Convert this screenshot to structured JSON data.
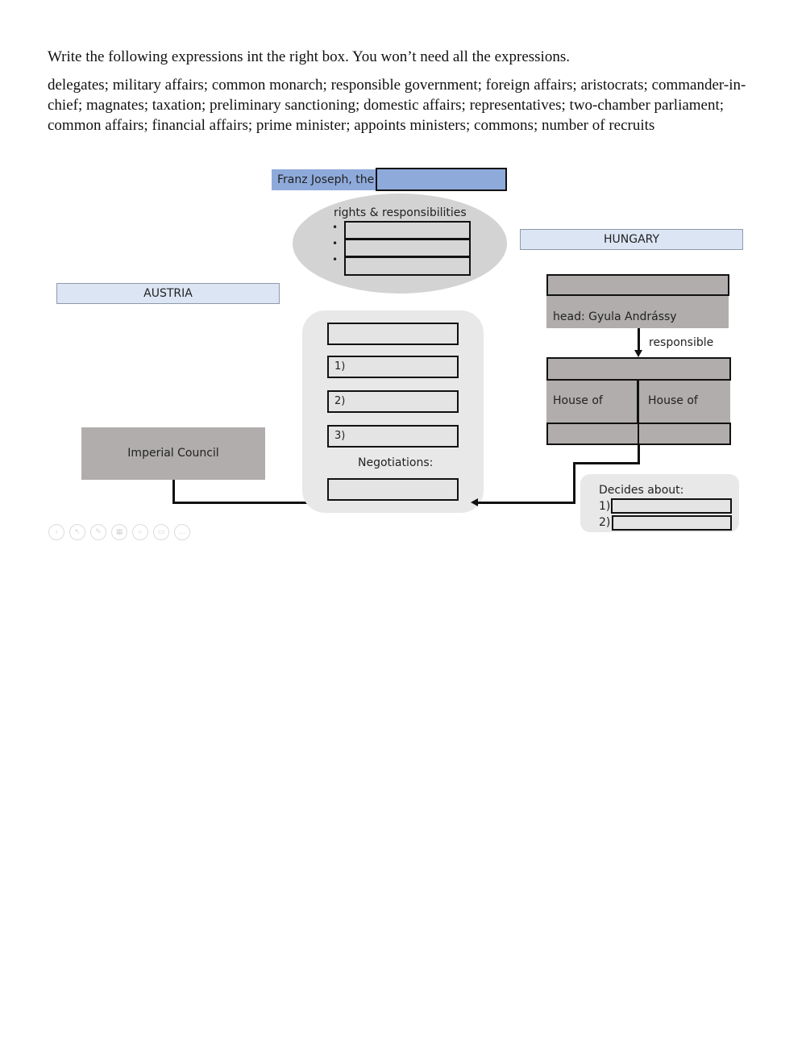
{
  "instructions": {
    "heading": "Write the following expressions int the right box.  You won’t need all the expressions.",
    "word_bank": "delegates; military affairs; common monarch; responsible government; foreign affairs; aristocrats; commander-in-chief; magnates; taxation; preliminary sanctioning; domestic affairs; representatives; two-chamber parliament; common affairs; financial affairs; prime minister; appoints ministers; commons; number of recruits"
  },
  "diagram": {
    "monarch": {
      "label": "Franz Joseph, the",
      "blank": "",
      "label_bg": "#8eaadb"
    },
    "rights": {
      "title": "rights & responsibilities",
      "bullets": [
        "•",
        "•",
        "•"
      ],
      "blanks": [
        "",
        "",
        ""
      ]
    },
    "austria": {
      "title": "AUSTRIA",
      "imperial_council": "Imperial Council"
    },
    "hungary": {
      "title": "HUNGARY",
      "government_blank": "",
      "head": "head: Gyula Andrássy",
      "responsible_label": "responsible",
      "parliament_blank": "",
      "house_left": "House of",
      "house_right": "House of",
      "house_left_blank": "",
      "house_right_blank": "",
      "decides_title": "Decides about:",
      "decides_items": [
        {
          "num": "1)",
          "value": ""
        },
        {
          "num": "2)",
          "value": ""
        }
      ]
    },
    "common": {
      "top_blank": "",
      "items": [
        {
          "num": "1)",
          "value": ""
        },
        {
          "num": "2)",
          "value": ""
        },
        {
          "num": "3)",
          "value": ""
        }
      ],
      "negotiations_label": "Negotiations:",
      "negotiations_blank": ""
    }
  },
  "colors": {
    "country_bg": "#dbe5f4",
    "monarch_bg": "#8eaadb",
    "dark_box": "#b0adac",
    "light_panel": "#e8e8e8",
    "ellipse": "#d3d3d3"
  },
  "toolbar": {
    "icons": [
      "prev-icon",
      "pointer-icon",
      "pen-icon",
      "slides-icon",
      "zoom-icon",
      "subtitle-icon",
      "more-icon"
    ]
  }
}
